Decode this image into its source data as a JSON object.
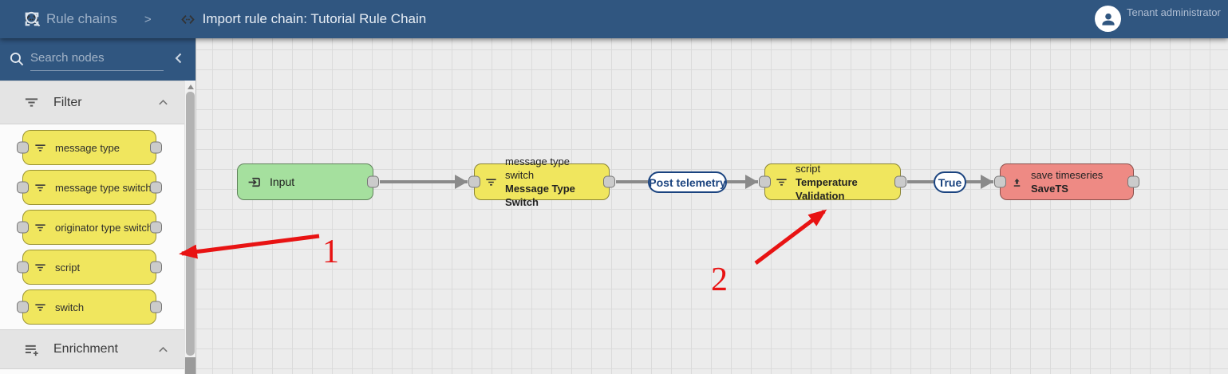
{
  "header": {
    "breadcrumb": {
      "root_label": "Rule chains",
      "separator": ">",
      "current_label": "Import rule chain: Tutorial Rule Chain"
    },
    "user_label": "Tenant administrator",
    "icons": [
      "rule-chain-icon",
      "search-icon",
      "fullscreen-icon",
      "account-icon"
    ]
  },
  "sidebar": {
    "search_placeholder": "Search nodes",
    "sections": [
      {
        "label": "Filter",
        "icon": "filter-list-icon",
        "expanded": true
      },
      {
        "label": "Enrichment",
        "icon": "playlist-add-icon",
        "expanded": true
      }
    ],
    "filter_items": [
      {
        "label": "message type"
      },
      {
        "label": "message type switch"
      },
      {
        "label": "originator type switch"
      },
      {
        "label": "script"
      },
      {
        "label": "switch"
      }
    ]
  },
  "canvas": {
    "nodes": [
      {
        "name": "Input",
        "icon": "input-icon",
        "color": "#A5E09E"
      },
      {
        "title": "message type switch",
        "name": "Message Type Switch",
        "icon": "filter-list-icon",
        "color": "#F0E65E"
      },
      {
        "title": "script",
        "name": "Temperature Validation",
        "icon": "filter-list-icon",
        "color": "#F0E65E"
      },
      {
        "title": "save timeseries",
        "name": "SaveTS",
        "icon": "upload-icon",
        "color": "#EE8A84"
      }
    ],
    "links": [
      {
        "label": "Post telemetry"
      },
      {
        "label": "True"
      }
    ],
    "annotations": [
      {
        "label": "1"
      },
      {
        "label": "2"
      }
    ]
  },
  "colors": {
    "header_bg": "#305680",
    "canvas_bg": "#ececec",
    "grid_line": "#dbdbdb",
    "node_yellow": "#F0E65E",
    "node_green": "#A5E09E",
    "node_red": "#EE8A84",
    "link_label_blue": "#1A437F",
    "edge_gray": "#8A8A8A",
    "annotation_red": "#E81313"
  }
}
